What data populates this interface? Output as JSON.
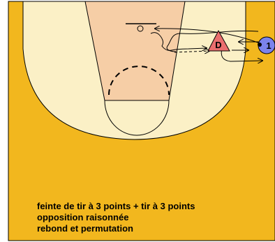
{
  "caption": {
    "line1": "feinte de tir à 3 points + tir à 3 points",
    "line2": "opposition raisonnée",
    "line3": "rebond et permutation"
  },
  "players": {
    "attacker": {
      "label": "1",
      "color": "#7b83ec"
    },
    "defender": {
      "label": "D",
      "color": "#ea6e6e"
    }
  },
  "colors": {
    "court_floor": "#f2b71e",
    "three_point_area": "#fbf0c6",
    "key": "#f6cea6",
    "lines": "#000000"
  }
}
